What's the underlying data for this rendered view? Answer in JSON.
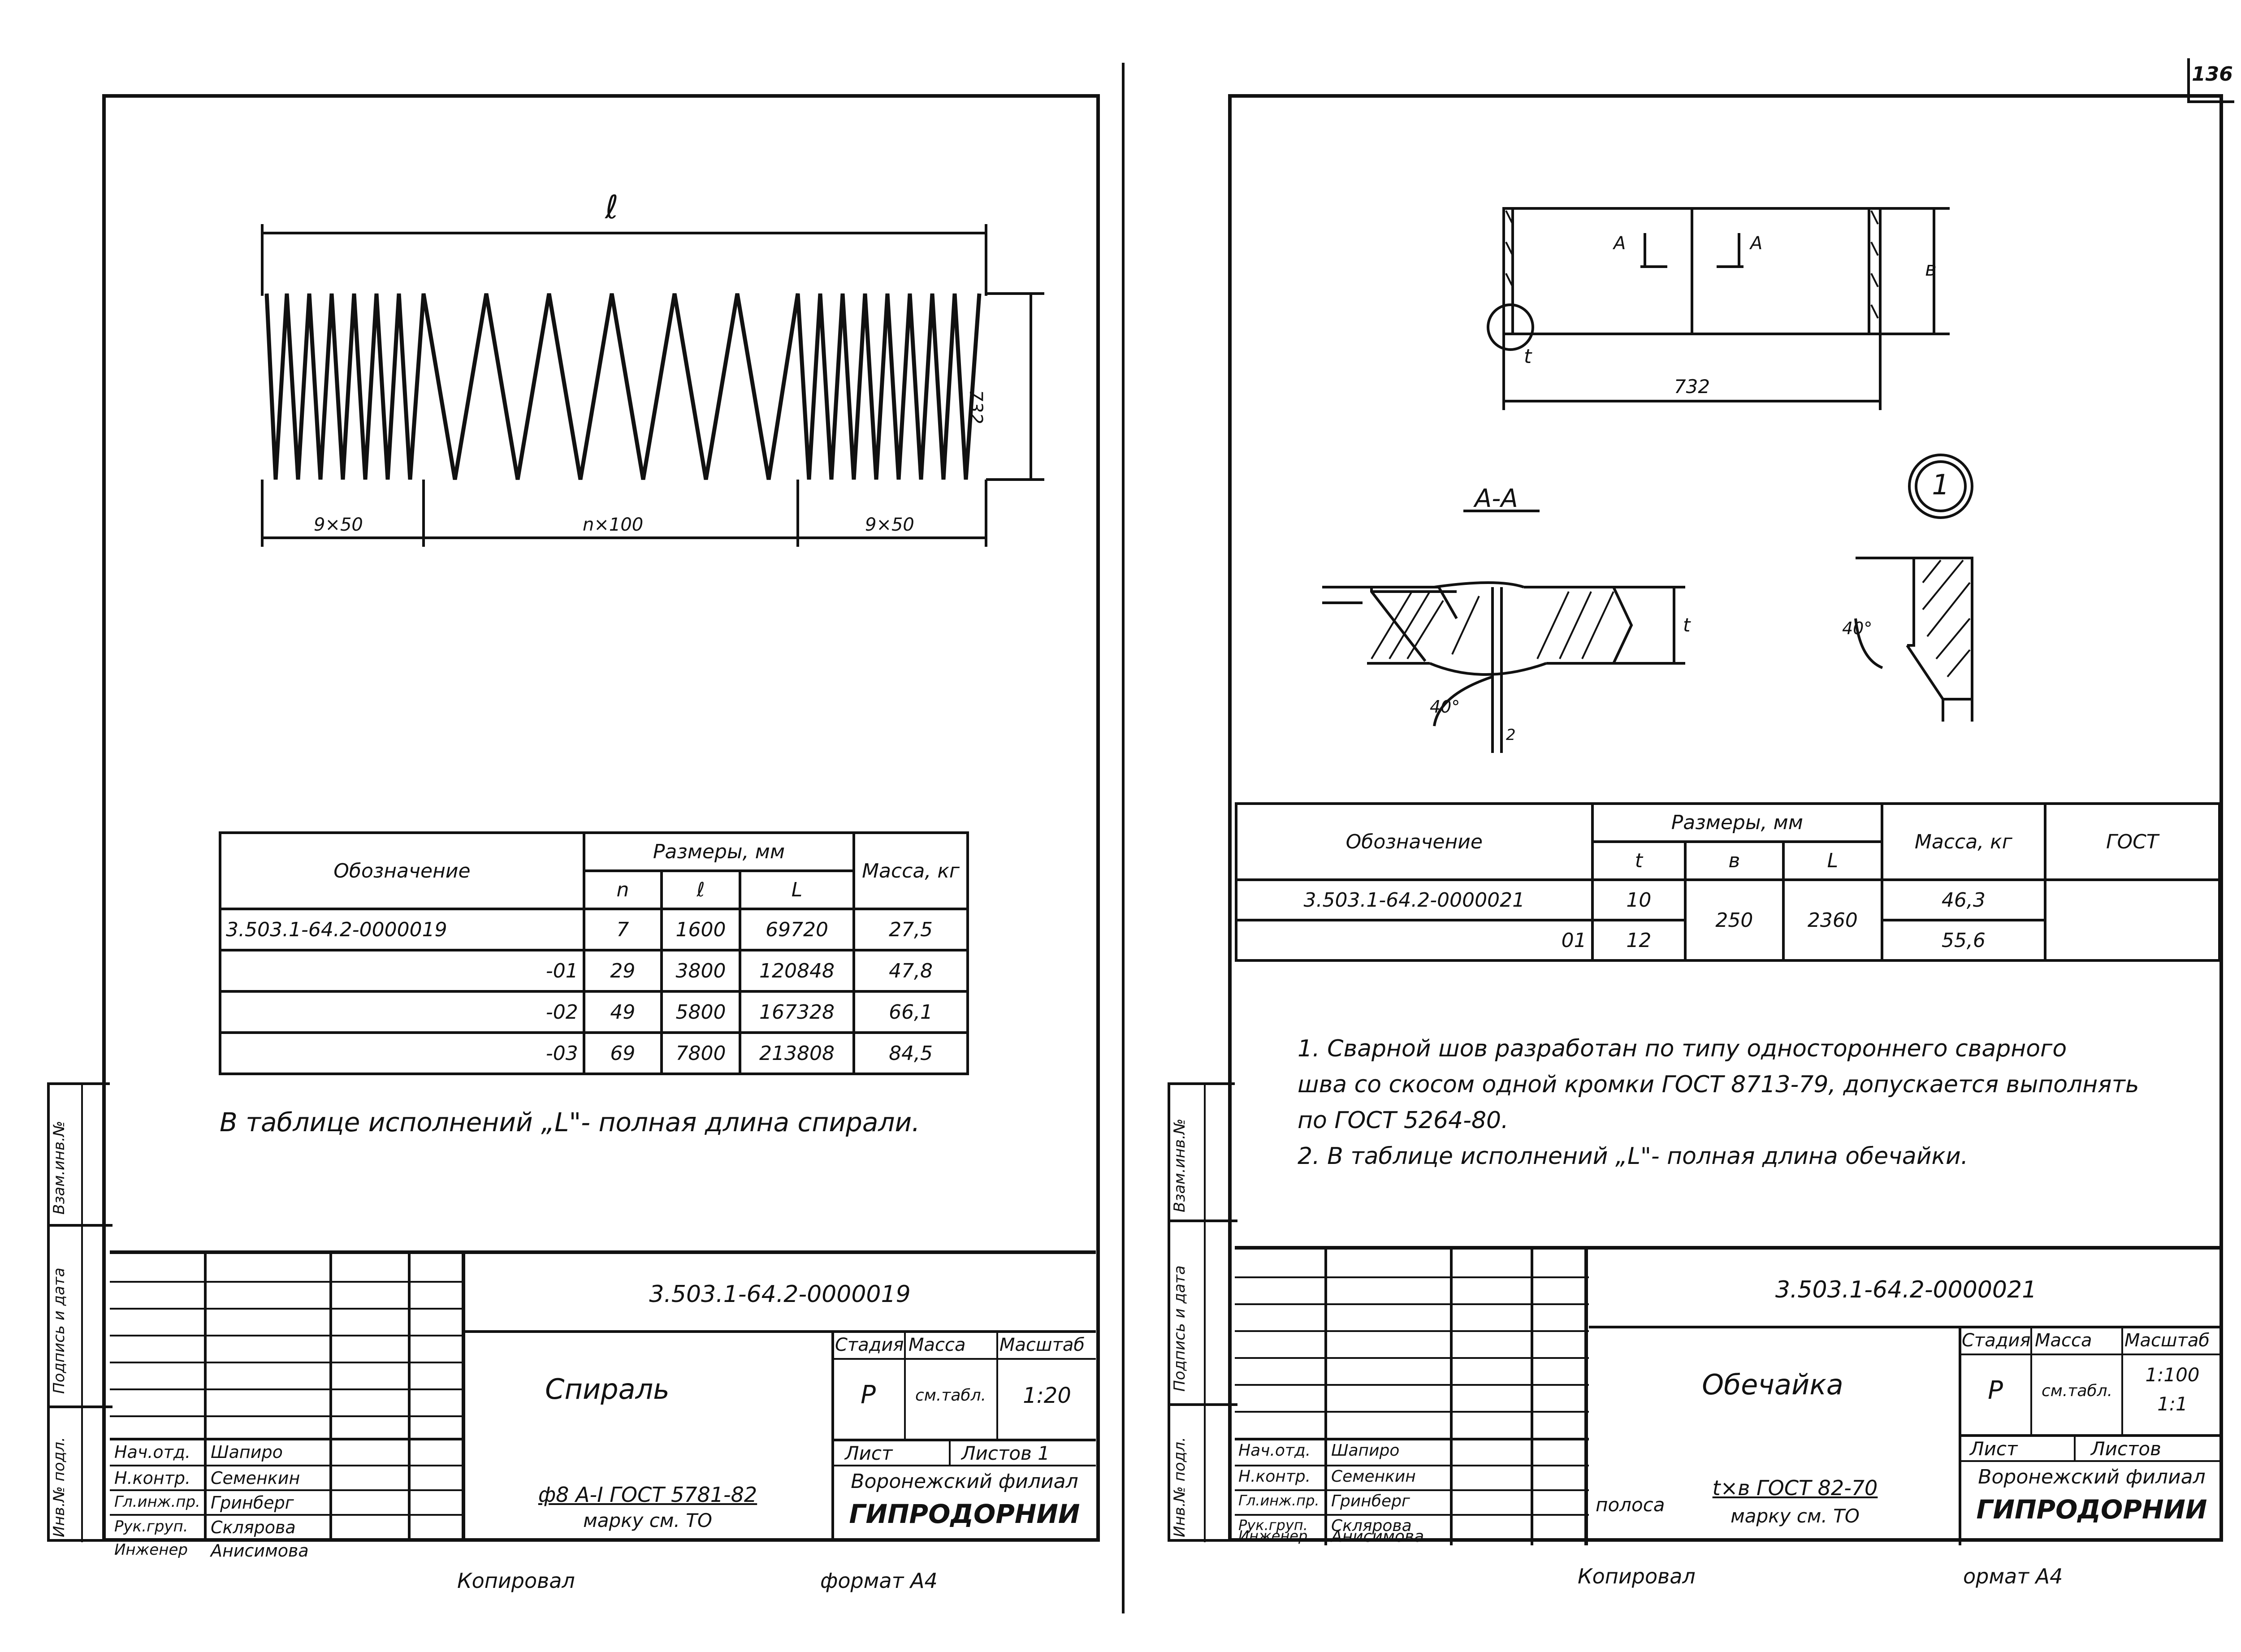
{
  "page_number": "136",
  "left": {
    "spring_dims": {
      "l": "ℓ",
      "height": "732",
      "seg_left": "9×50",
      "seg_mid": "n×100",
      "seg_right": "9×50"
    },
    "table": {
      "h_designation": "Обозначение",
      "h_sizes": "Размеры, мм",
      "h_n": "n",
      "h_l": "ℓ",
      "h_L": "L",
      "h_mass": "Масса, кг",
      "rows": [
        {
          "d": "3.503.1-64.2-0000019",
          "n": "7",
          "l": "1600",
          "L": "69720",
          "m": "27,5"
        },
        {
          "d": "-01",
          "n": "29",
          "l": "3800",
          "L": "120848",
          "m": "47,8"
        },
        {
          "d": "-02",
          "n": "49",
          "l": "5800",
          "L": "167328",
          "m": "66,1"
        },
        {
          "d": "-03",
          "n": "69",
          "l": "7800",
          "L": "213808",
          "m": "84,5"
        }
      ]
    },
    "note": "В таблице исполнений „L\"- полная длина спирали.",
    "stamp": {
      "code": "3.503.1-64.2-0000019",
      "name": "Спираль",
      "material_top": "ф8 А-I ГОСТ 5781-82",
      "material_bottom": "марку см. ТО",
      "stage_h": "Стадия",
      "mass_h": "Масса",
      "scale_h": "Масштаб",
      "stage": "Р",
      "mass": "см.табл.",
      "scale": "1:20",
      "sheet_h": "Лист",
      "sheets_h": "Листов 1",
      "org1": "Воронежский филиал",
      "org2": "ГИПРОДОРНИИ"
    },
    "footer_copy": "Копировал",
    "footer_format": "формат А4"
  },
  "right": {
    "shell_dims": {
      "A": "A",
      "b": "в",
      "t": "t",
      "length": "732"
    },
    "section": {
      "title": "А-А",
      "angle": "40°",
      "num": "1",
      "dim2": "2",
      "angle2": "40°"
    },
    "table": {
      "h_designation": "Обозначение",
      "h_sizes": "Размеры, мм",
      "h_t": "t",
      "h_b": "в",
      "h_L": "L",
      "h_mass": "Масса, кг",
      "h_gost": "ГОСТ",
      "rows": [
        {
          "d": "3.503.1-64.2-0000021",
          "t": "10",
          "m": "46,3"
        },
        {
          "d": "01",
          "t": "12",
          "m": "55,6"
        }
      ],
      "b_val": "250",
      "L_val": "2360"
    },
    "notes": [
      "1. Сварной шов разработан по типу одностороннего сварного",
      "шва со скосом одной кромки ГОСТ 8713-79, допускается выполнять",
      "по ГОСТ 5264-80.",
      "2. В таблице исполнений „L\"- полная длина обечайки."
    ],
    "stamp": {
      "code": "3.503.1-64.2-0000021",
      "name": "Обечайка",
      "material_prefix": "полоса",
      "material_top": "t×в ГОСТ 82-70",
      "material_bottom": "марку см. ТО",
      "stage_h": "Стадия",
      "mass_h": "Масса",
      "scale_h": "Масштаб",
      "stage": "Р",
      "mass": "см.табл.",
      "scale1": "1:100",
      "scale2": "1:1",
      "sheet_h": "Лист",
      "sheets_h": "Листов",
      "org1": "Воронежский филиал",
      "org2": "ГИПРОДОРНИИ"
    },
    "footer_copy": "Копировал",
    "footer_format": "ормат А4"
  },
  "roles": [
    {
      "role": "Нач.отд.",
      "name": "Шапиро"
    },
    {
      "role": "Н.контр.",
      "name": "Семенкин"
    },
    {
      "role": "Гл.инж.пр.",
      "name": "Гринберг"
    },
    {
      "role": "Рук.груп.",
      "name": "Склярова"
    },
    {
      "role": "Инженер",
      "name": "Анисимова"
    }
  ],
  "side_labels": {
    "inv": "Инв.№ подл.",
    "sign": "Подпись и дата",
    "vzam": "Взам.инв.№"
  }
}
